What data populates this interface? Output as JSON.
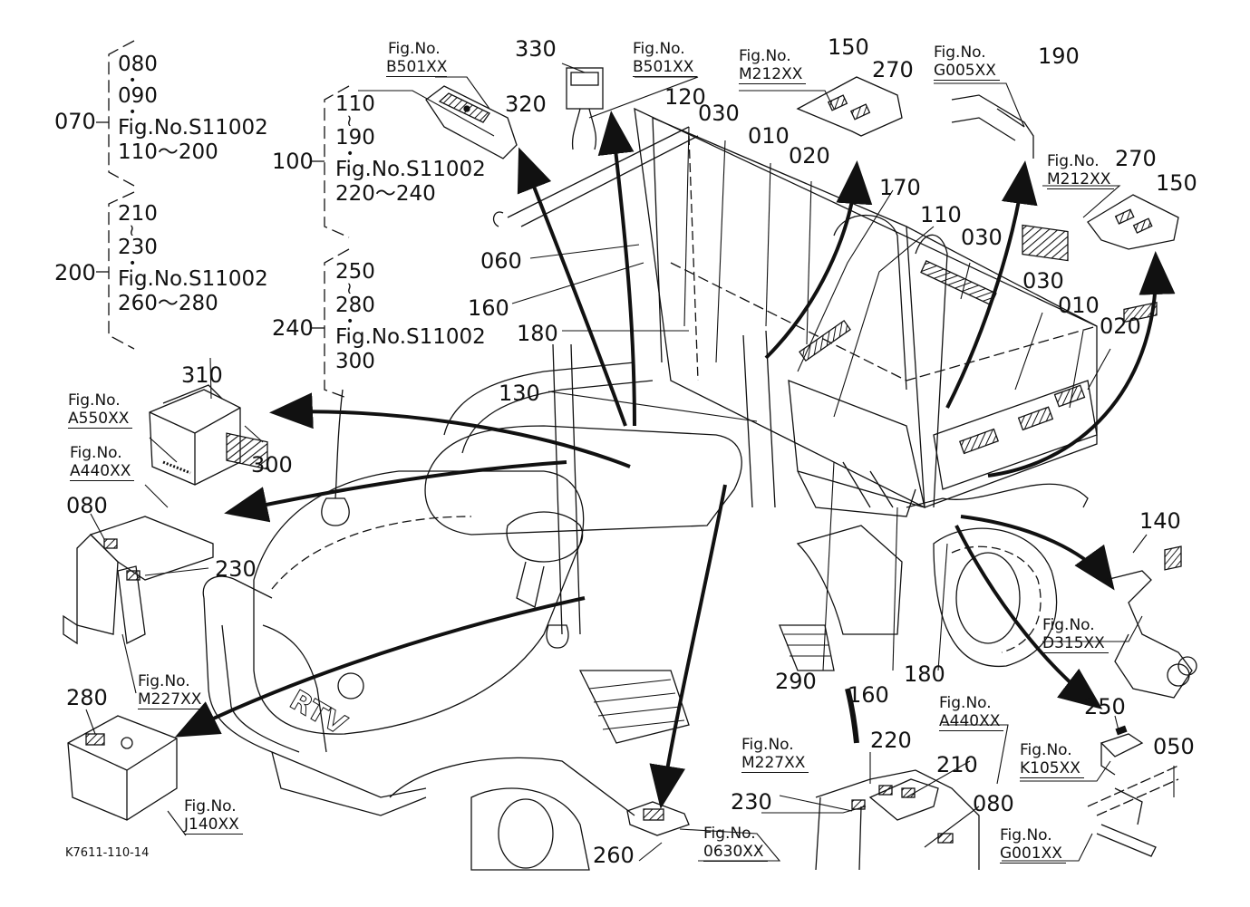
{
  "drawing_number": "K7611-110-14",
  "groups": [
    {
      "ref": "070",
      "lines": [
        "080",
        "•",
        "090",
        "•",
        "Fig.No.S11002",
        "110〜200"
      ]
    },
    {
      "ref": "100",
      "lines": [
        "110",
        "≀",
        "190",
        "•",
        "Fig.No.S11002",
        "220〜240"
      ]
    },
    {
      "ref": "200",
      "lines": [
        "210",
        "≀",
        "230",
        "•",
        "Fig.No.S11002",
        "260〜280"
      ]
    },
    {
      "ref": "240",
      "lines": [
        "250",
        "≀",
        "280",
        "•",
        "Fig.No.S11002",
        "300"
      ]
    }
  ],
  "figure_refs": [
    {
      "prefix": "Fig.No.",
      "code": "B501XX",
      "context": "label-320"
    },
    {
      "prefix": "Fig.No.",
      "code": "B501XX",
      "context": "connector-330"
    },
    {
      "prefix": "Fig.No.",
      "code": "M212XX",
      "context": "plate-150-270-top"
    },
    {
      "prefix": "Fig.No.",
      "code": "G005XX",
      "context": "bracket-190"
    },
    {
      "prefix": "Fig.No.",
      "code": "M212XX",
      "context": "plate-150-270-right"
    },
    {
      "prefix": "Fig.No.",
      "code": "A550XX",
      "context": "battery-310"
    },
    {
      "prefix": "Fig.No.",
      "code": "A440XX",
      "context": "cover-left"
    },
    {
      "prefix": "Fig.No.",
      "code": "M227XX",
      "context": "panel-left"
    },
    {
      "prefix": "Fig.No.",
      "code": "J140XX",
      "context": "fuel-tank"
    },
    {
      "prefix": "Fig.No.",
      "code": "D315XX",
      "context": "axle-140"
    },
    {
      "prefix": "Fig.No.",
      "code": "K105XX",
      "context": "bracket-250"
    },
    {
      "prefix": "Fig.No.",
      "code": "G001XX",
      "context": "frame-050"
    },
    {
      "prefix": "Fig.No.",
      "code": "A440XX",
      "context": "cover-bottom"
    },
    {
      "prefix": "Fig.No.",
      "code": "M227XX",
      "context": "panel-bottom"
    },
    {
      "prefix": "Fig.No.",
      "code": "0630XX",
      "context": "pedal-260"
    }
  ],
  "part_labels": [
    "330",
    "320",
    "120",
    "030",
    "010",
    "020",
    "150",
    "270",
    "190",
    "270",
    "150",
    "170",
    "110",
    "030",
    "060",
    "160",
    "030",
    "010",
    "020",
    "180",
    "130",
    "310",
    "300",
    "080",
    "230",
    "280",
    "140",
    "180",
    "160",
    "290",
    "250",
    "050",
    "220",
    "210",
    "230",
    "080",
    "260"
  ]
}
